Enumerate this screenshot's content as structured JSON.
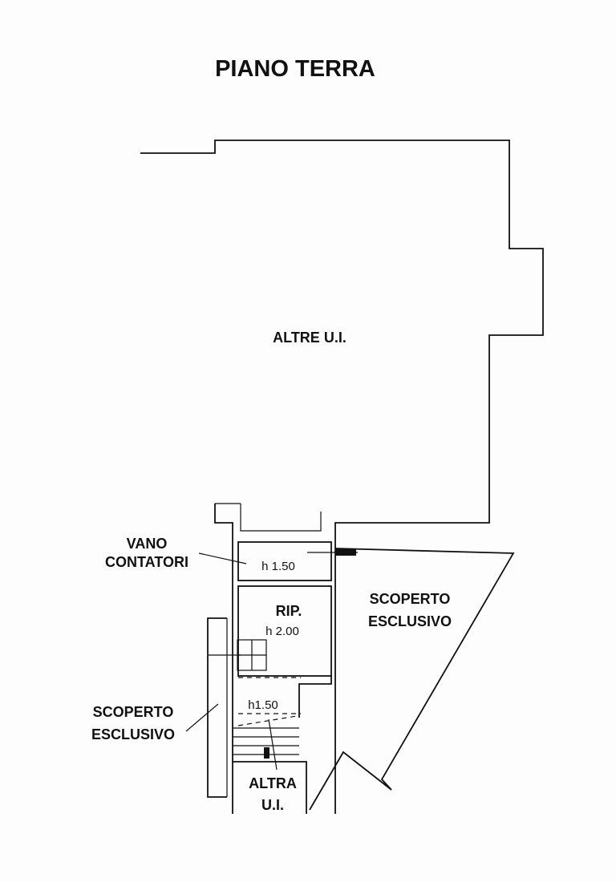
{
  "title": "PIANO TERRA",
  "labels": {
    "altre_ui": "ALTRE U.I.",
    "vano_line1": "VANO",
    "vano_line2": "CONTATORI",
    "vano_height": "h 1.50",
    "rip": "RIP.",
    "rip_height": "h 2.00",
    "stair_height": "h1.50",
    "scoperto_right_1": "SCOPERTO",
    "scoperto_right_2": "ESCLUSIVO",
    "scoperto_left_1": "SCOPERTO",
    "scoperto_left_2": "ESCLUSIVO",
    "altra_1": "ALTRA",
    "altra_2": "U.I."
  }
}
